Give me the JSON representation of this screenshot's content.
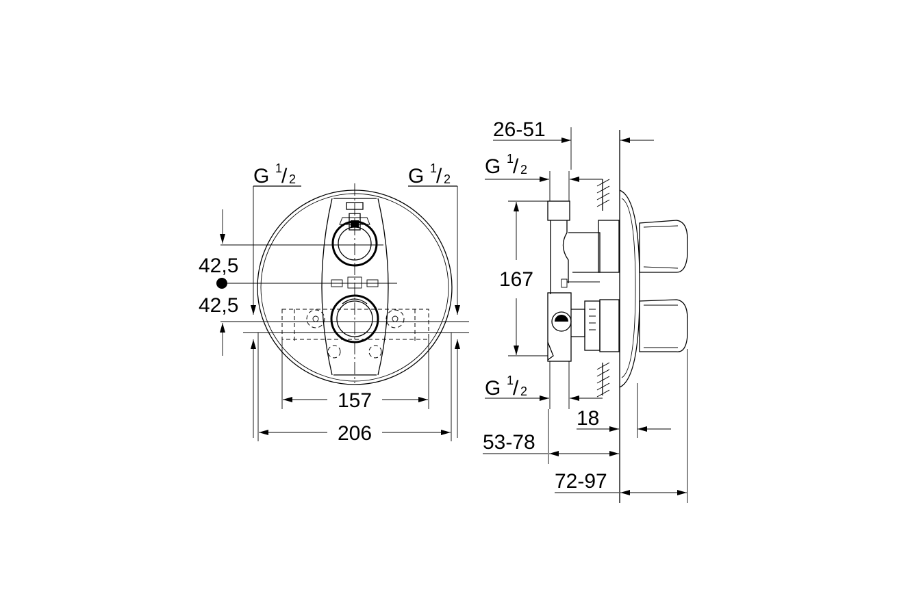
{
  "front_view": {
    "thread_left": {
      "base": "G",
      "num": "1",
      "den": "2"
    },
    "thread_right": {
      "base": "G",
      "num": "1",
      "den": "2"
    },
    "offset_upper": "42,5",
    "offset_lower": "42,5",
    "width_inner": "157",
    "width_outer": "206"
  },
  "side_view": {
    "depth_top": "26-51",
    "thread_top": {
      "base": "G",
      "num": "1",
      "den": "2"
    },
    "height": "167",
    "thread_bottom": {
      "base": "G",
      "num": "1",
      "den": "2"
    },
    "gap": "18",
    "depth_a": "53-78",
    "depth_b": "72-97"
  }
}
